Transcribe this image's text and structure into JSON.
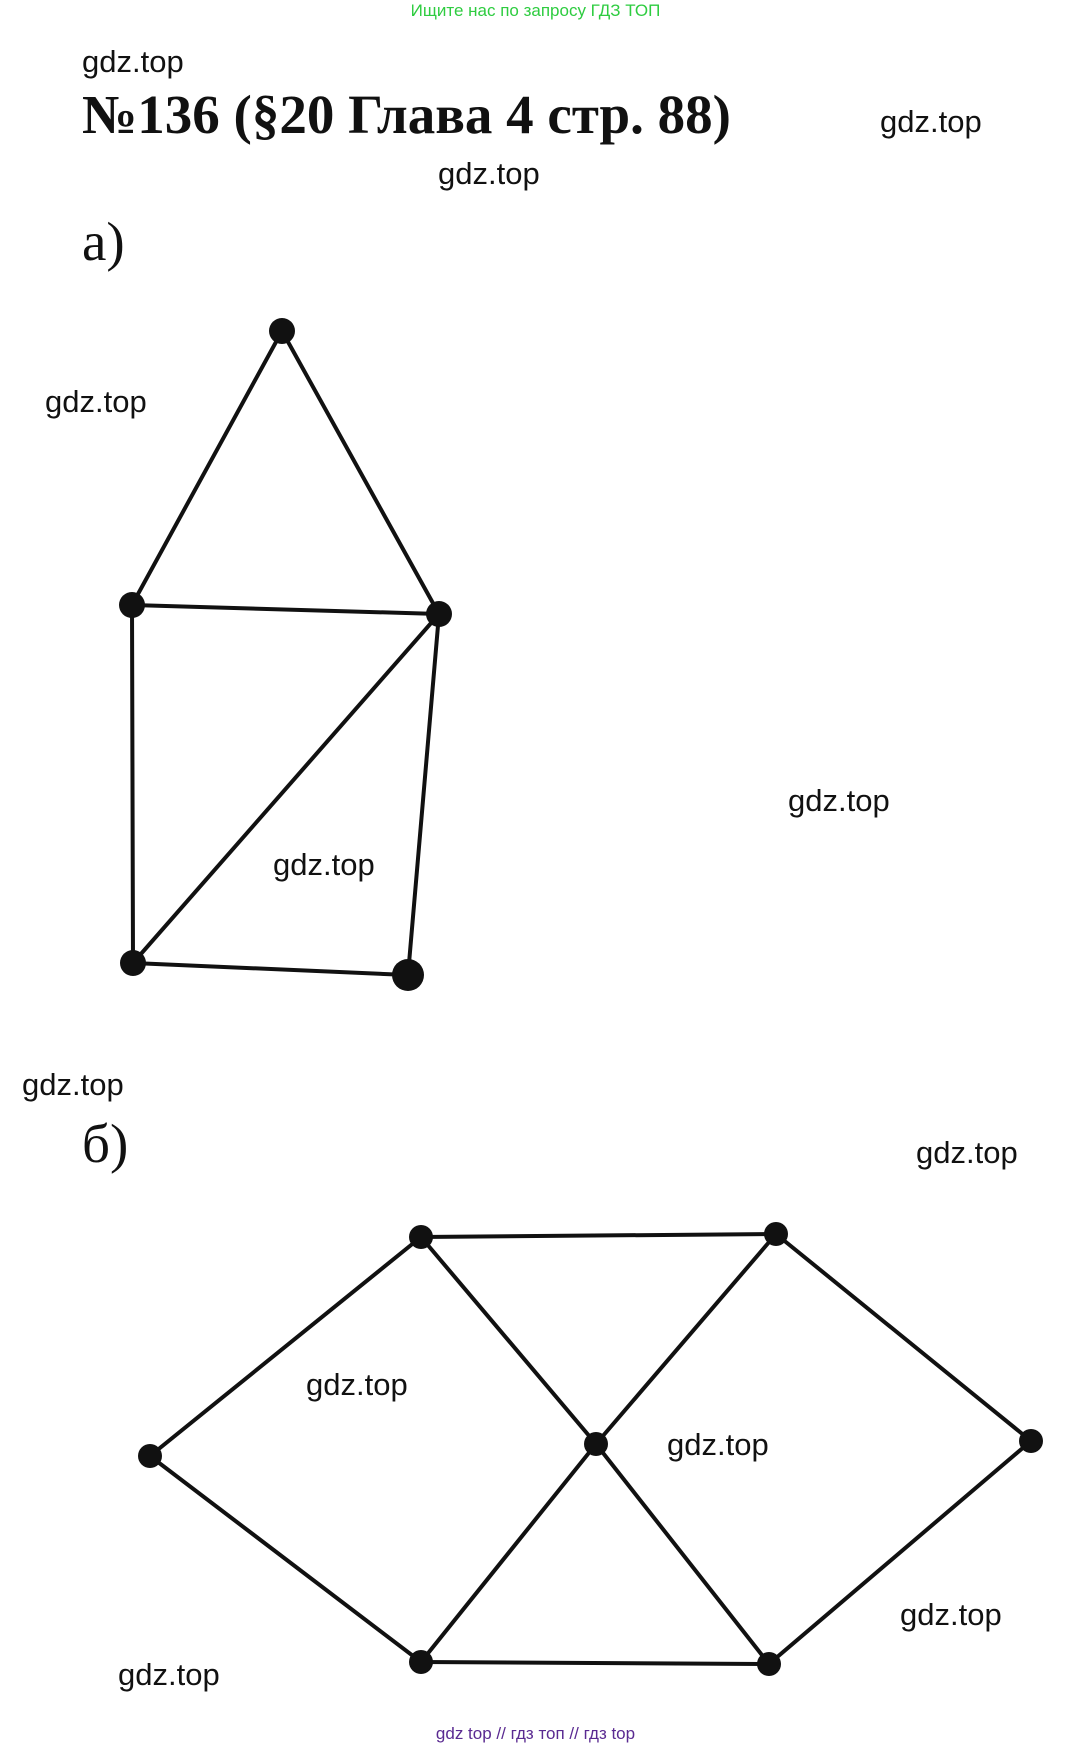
{
  "banner": "Ищите нас по запросу ГДЗ ТОП",
  "title": "№136 (§20 Глава 4 стр. 88)",
  "watermark": "gdz.top",
  "part_a_label": "а)",
  "part_b_label": "б)",
  "footer": "gdz top  //  гдз топ  //  гдз top"
}
